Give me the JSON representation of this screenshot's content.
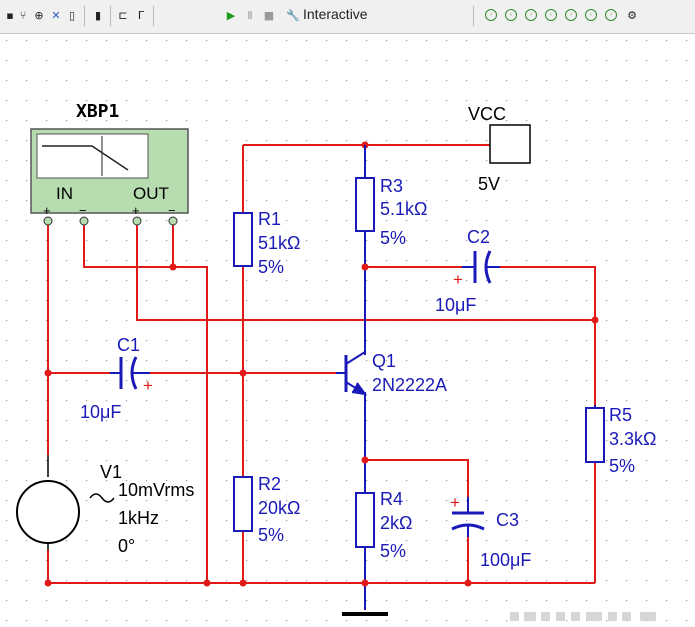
{
  "toolbar": {
    "mode_label": "Interactive",
    "icons": [
      "probe-icon",
      "bus-icon",
      "wire-icon",
      "remove-icon",
      "component-icon",
      "pin-icon",
      "hier-icon",
      "connector-icon",
      "run-icon",
      "pause-icon",
      "stop-icon",
      "wrench-icon",
      "analysis-icons",
      "settings-icon"
    ]
  },
  "bode_plotter": {
    "refdes": "XBP1",
    "in_label": "IN",
    "out_label": "OUT",
    "plus": "+",
    "minus": "−"
  },
  "vcc": {
    "name": "VCC",
    "value": "5V"
  },
  "components": {
    "r1": {
      "name": "R1",
      "value": "51kΩ",
      "tol": "5%"
    },
    "r2": {
      "name": "R2",
      "value": "20kΩ",
      "tol": "5%"
    },
    "r3": {
      "name": "R3",
      "value": "5.1kΩ",
      "tol": "5%"
    },
    "r4": {
      "name": "R4",
      "value": "2kΩ",
      "tol": "5%"
    },
    "r5": {
      "name": "R5",
      "value": "3.3kΩ",
      "tol": "5%"
    },
    "c1": {
      "name": "C1",
      "value": "10μF"
    },
    "c2": {
      "name": "C2",
      "value": "10μF"
    },
    "c3": {
      "name": "C3",
      "value": "100μF"
    },
    "q1": {
      "name": "Q1",
      "model": "2N2222A"
    },
    "v1": {
      "name": "V1",
      "amplitude": "10mVrms",
      "freq": "1kHz",
      "phase": "0°"
    },
    "polarity_plus": "+"
  },
  "colors": {
    "wire": "#e01919",
    "component": "#1a1ab8",
    "junction": "#e01919",
    "instrument_fill": "#b6dcb0",
    "grid_dot": "#9a9a9a"
  }
}
